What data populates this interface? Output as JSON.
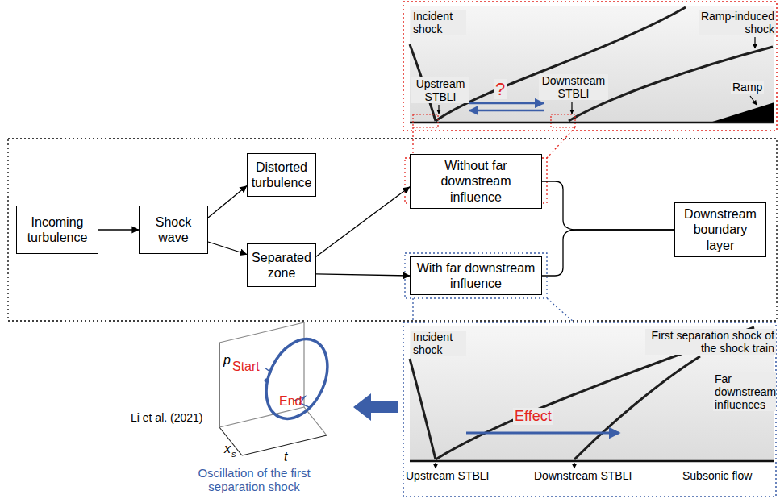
{
  "diagram": {
    "nodes": [
      {
        "text": [
          "Incoming turbulence"
        ]
      },
      {
        "text": [
          "Shock wave"
        ]
      },
      {
        "text": [
          "Distorted turbulence"
        ]
      },
      {
        "text": [
          "Separated zone"
        ]
      },
      {
        "text": [
          "Without far downstream influence"
        ]
      },
      {
        "text": [
          "With far downstream influence"
        ]
      },
      {
        "text": [
          "Downstream boundary layer"
        ]
      }
    ],
    "edges": [
      {
        "from": 0,
        "to": 1,
        "arrow": "to"
      },
      {
        "from": 1,
        "to": 2,
        "arrow": "to"
      },
      {
        "from": 1,
        "to": 3,
        "arrow": "to"
      },
      {
        "from": 3,
        "to": 4,
        "arrow": "to"
      },
      {
        "from": 3,
        "to": 5,
        "arrow": "to"
      },
      {
        "from": 4,
        "to": 6,
        "arrow": "none"
      },
      {
        "from": 5,
        "to": 6,
        "arrow": "none"
      }
    ],
    "labels": [
      "Incident shock",
      "Ramp-induced shock",
      "Upstream STBLI",
      "?",
      "Downstream STBLI",
      "Ramp",
      "Incident shock",
      "First separation shock of the shock train",
      "Far downstream influences",
      "Effect",
      "Upstream STBLI",
      "Downstream STBLI",
      "Subsonic flow",
      "p",
      "Start",
      "End",
      "Li et al. (2021)",
      "x",
      "s",
      "t",
      "Oscillation of the first separation shock"
    ]
  }
}
